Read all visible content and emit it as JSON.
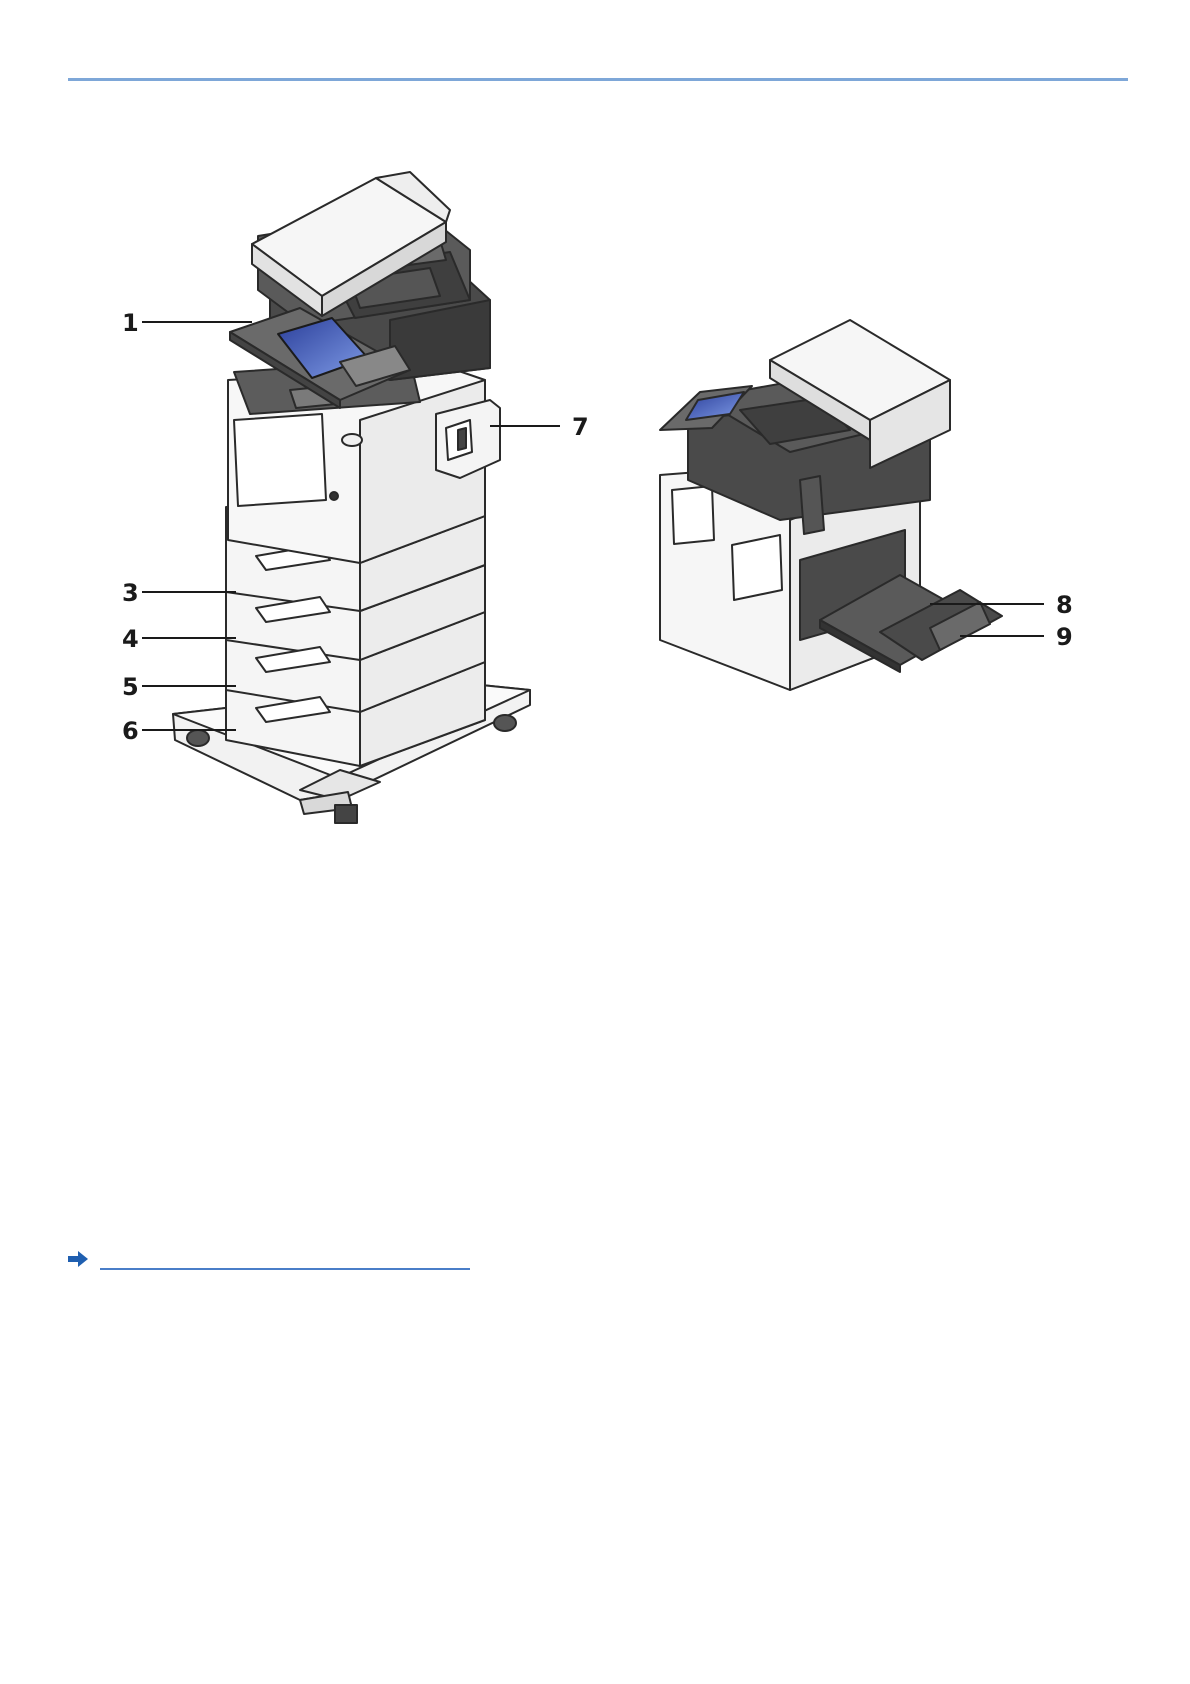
{
  "header": {
    "rule_color": "#7ea7d8"
  },
  "figure": {
    "callouts": [
      "1",
      "3",
      "4",
      "5",
      "6",
      "7",
      "8",
      "9"
    ]
  },
  "link": {
    "icon": "arrow-right-icon",
    "color": "#1f5fb0",
    "underline_color": "#4a7ec8"
  }
}
